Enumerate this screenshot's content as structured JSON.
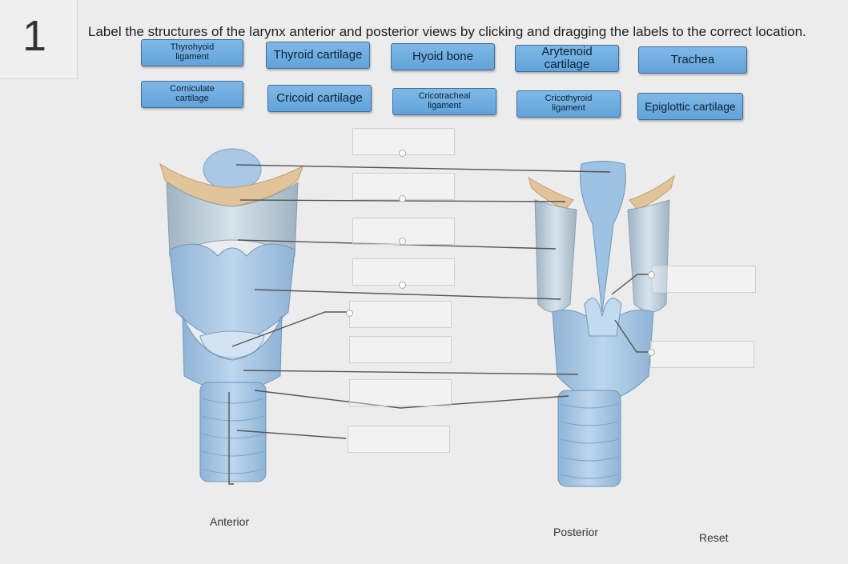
{
  "question": {
    "number": "1",
    "instruction": "Label the structures of the larynx anterior and posterior views by clicking and dragging the labels to the correct location."
  },
  "labels": {
    "thyrohyoid_ligament": [
      "Thyrohyoid",
      "ligament"
    ],
    "thyroid_cartilage": "Thyroid cartilage",
    "hyoid_bone": "Hyoid bone",
    "arytenoid_cartilage": "Arytenoid cartilage",
    "trachea": "Trachea",
    "corniculate_cartilage": [
      "Corniculate",
      "cartilage"
    ],
    "cricoid_cartilage": "Cricoid cartilage",
    "cricotracheal_ligament": [
      "Cricotracheal",
      "ligament"
    ],
    "cricothyroid_ligament": [
      "Cricothyroid",
      "ligament"
    ],
    "epiglottic_cartilage": "Epiglottic cartilage"
  },
  "views": {
    "anterior": "Anterior",
    "posterior": "Posterior"
  },
  "controls": {
    "reset": "Reset"
  },
  "colors": {
    "label_fill": "#6fabdf",
    "cartilage_blue": "#a9c9e6",
    "hyoid_tan": "#e2c49b"
  }
}
